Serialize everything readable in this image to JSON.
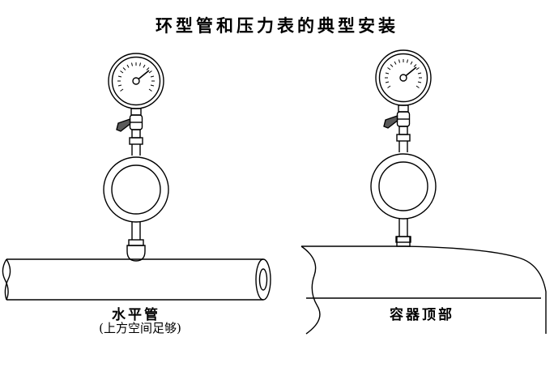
{
  "title": "环型管和压力表的典型安装",
  "left_caption": {
    "label": "水平管",
    "note": "(上方空间足够)"
  },
  "right_caption": {
    "label": "容器顶部"
  }
}
